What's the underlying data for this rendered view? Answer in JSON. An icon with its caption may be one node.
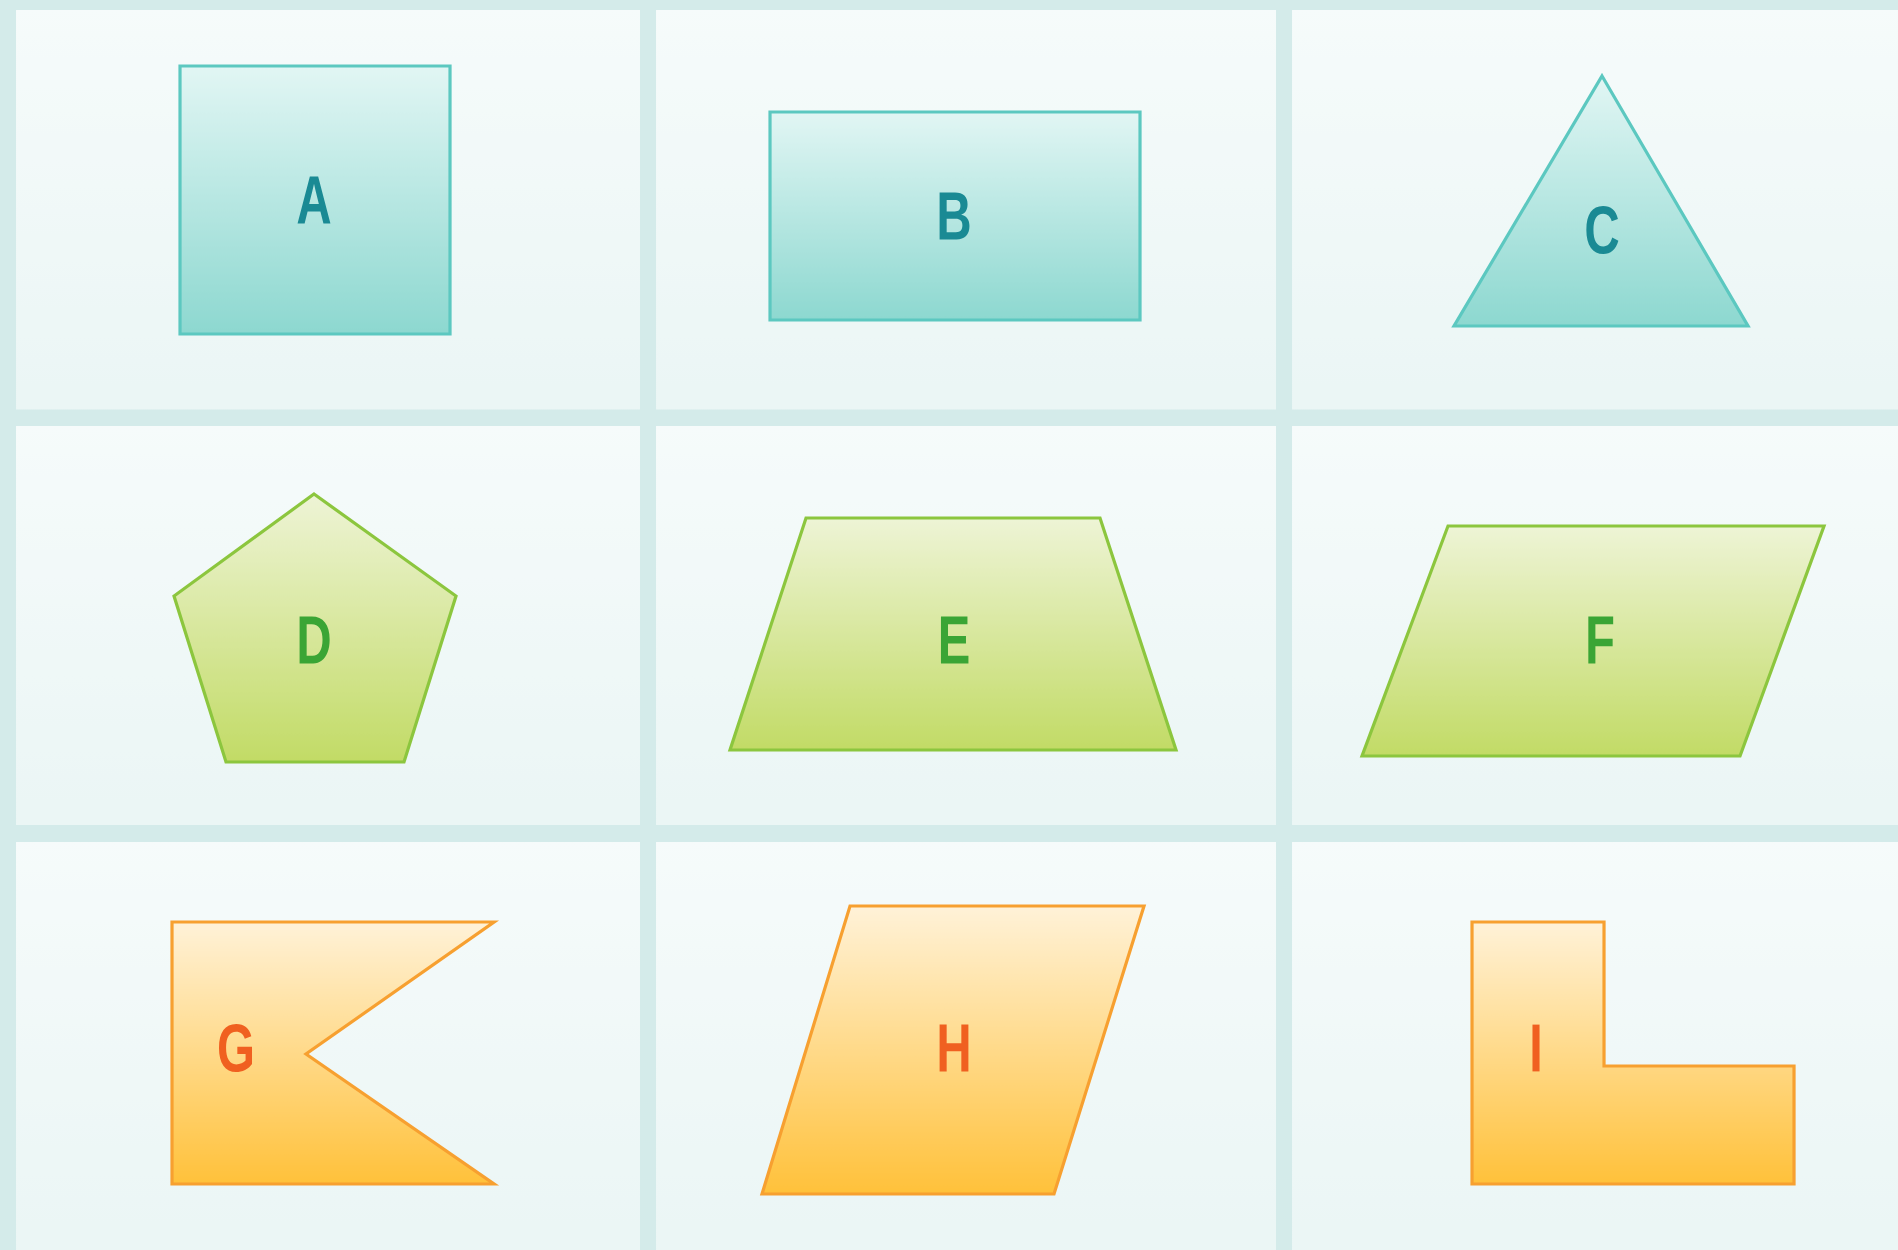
{
  "diagram": {
    "nodes": [
      {
        "text": [
          "A"
        ]
      },
      {
        "text": [
          "B"
        ]
      },
      {
        "text": [
          "C"
        ]
      },
      {
        "text": [
          "D"
        ]
      },
      {
        "text": [
          "E"
        ]
      },
      {
        "text": [
          "F"
        ]
      },
      {
        "text": [
          "G"
        ]
      },
      {
        "text": [
          "H"
        ]
      },
      {
        "text": [
          "I"
        ]
      }
    ]
  }
}
